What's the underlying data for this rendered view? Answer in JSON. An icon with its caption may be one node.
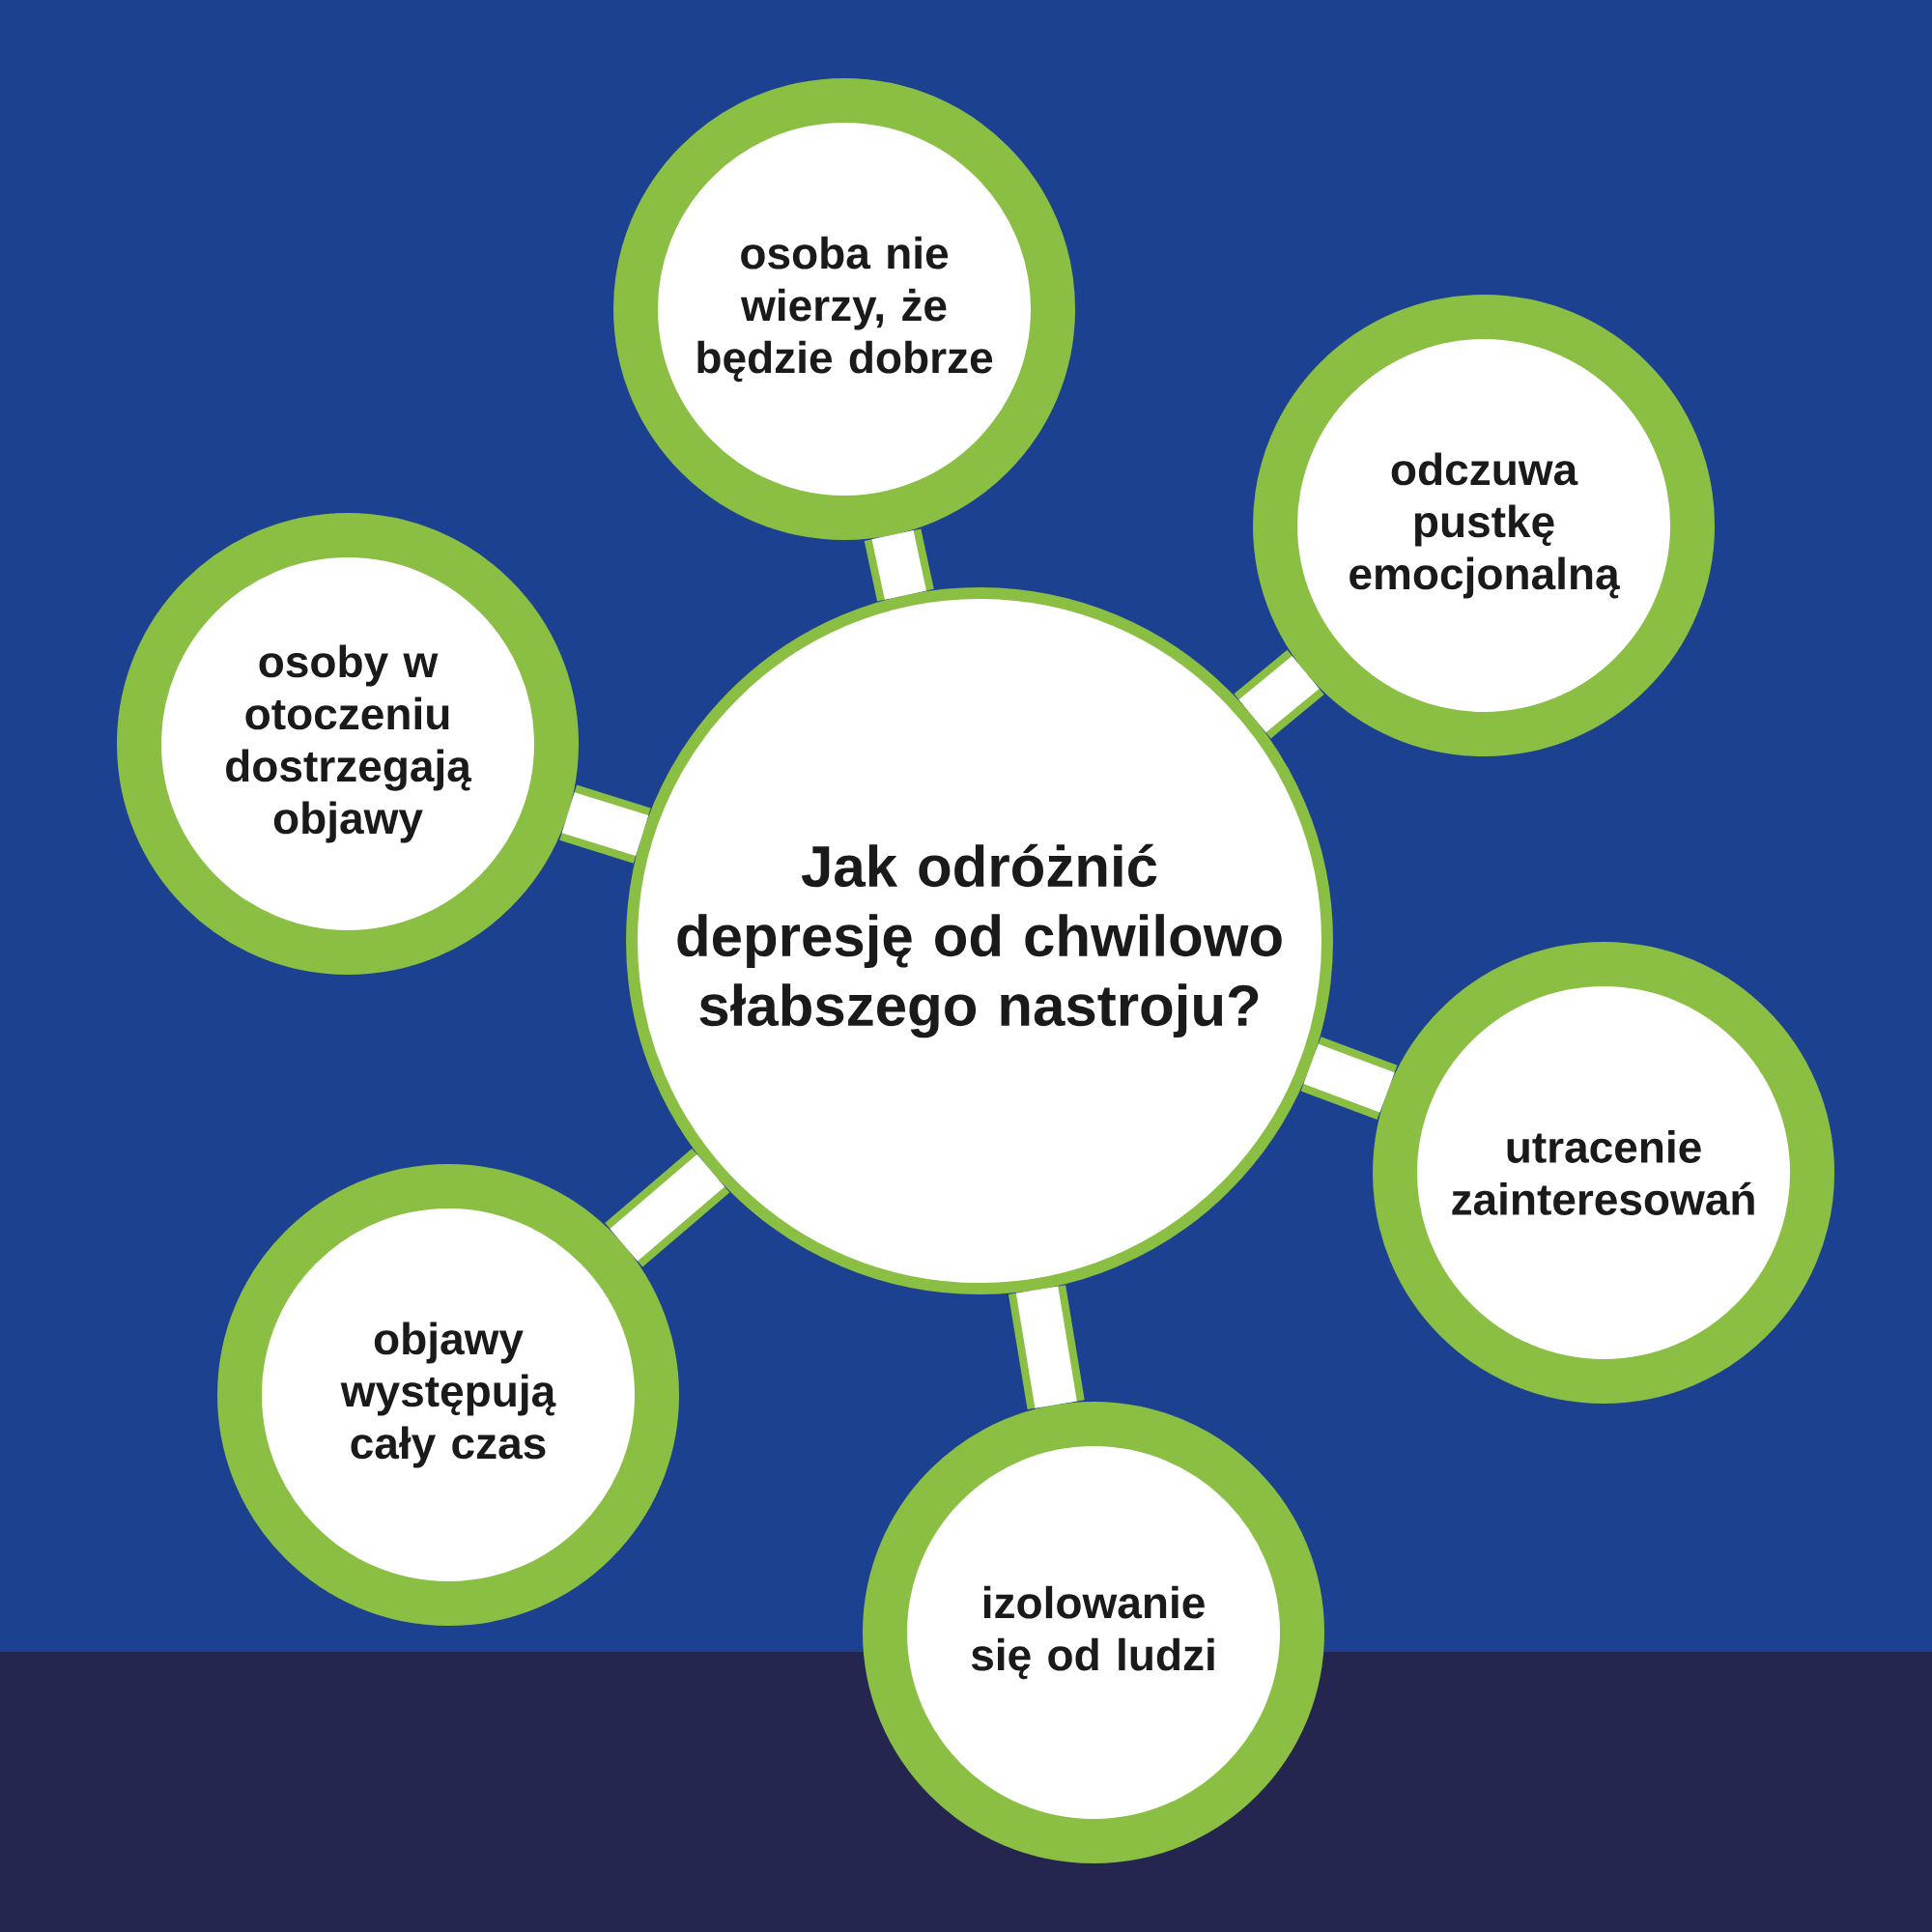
{
  "diagram": {
    "nodes": [
      {
        "text": [
          "Jak odróżnić depresję od chwilowo słabszego nastroju?"
        ]
      },
      {
        "text": [
          "osoba nie wierzy, że będzie dobrze"
        ]
      },
      {
        "text": [
          "odczuwa pustkę emocjonalną"
        ]
      },
      {
        "text": [
          "osoby w otoczeniu dostrzegają objawy"
        ]
      },
      {
        "text": [
          "utracenie zainteresowań"
        ]
      },
      {
        "text": [
          "objawy występują cały czas"
        ]
      },
      {
        "text": [
          "izolowanie się od ludzi"
        ]
      }
    ],
    "edges": [
      {
        "from": 0,
        "to": 1,
        "arrow": "none"
      },
      {
        "from": 0,
        "to": 2,
        "arrow": "none"
      },
      {
        "from": 0,
        "to": 3,
        "arrow": "none"
      },
      {
        "from": 0,
        "to": 4,
        "arrow": "none"
      },
      {
        "from": 0,
        "to": 5,
        "arrow": "none"
      },
      {
        "from": 0,
        "to": 6,
        "arrow": "none"
      }
    ]
  }
}
